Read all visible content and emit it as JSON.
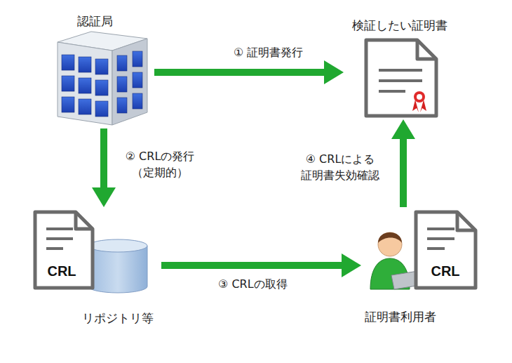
{
  "diagram": {
    "nodes": [
      {
        "text": [
          "認証局"
        ]
      },
      {
        "text": [
          "検証したい証明書"
        ]
      },
      {
        "text": [
          "リポジトリ等"
        ]
      },
      {
        "text": [
          "CRL"
        ],
        "in": 2
      },
      {
        "text": [
          "証明書利用者"
        ]
      },
      {
        "text": [
          "CRL"
        ],
        "in": 4
      }
    ],
    "edges": [
      {
        "from": 0,
        "to": 1,
        "label": "① 証明書発行",
        "arrow": "to"
      },
      {
        "from": 0,
        "to": 2,
        "label": "② CRLの発行 （定期的）",
        "arrow": "to"
      },
      {
        "from": 2,
        "to": 4,
        "label": "③ CRLの取得",
        "arrow": "to"
      },
      {
        "from": 4,
        "to": 1,
        "label": "④ CRLによる 証明書失効確認",
        "arrow": "to"
      }
    ]
  }
}
